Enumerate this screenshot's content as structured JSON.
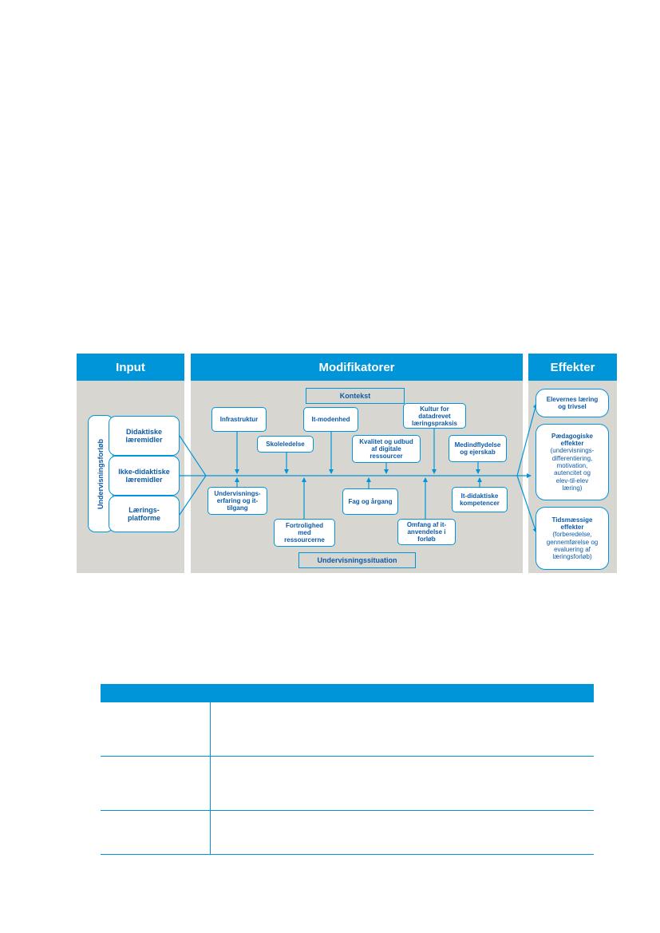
{
  "diagram": {
    "headers": {
      "input": "Input",
      "modifiers": "Modifikatorer",
      "effects": "Effekter"
    },
    "input": {
      "group_label": "Undervisningsforløb",
      "items": [
        "Didaktiske\nlæremidler",
        "Ikke-didaktiske\nlæremidler",
        "Lærings-\nplatforme"
      ]
    },
    "modifiers": {
      "context_label": "Kontekst",
      "situation_label": "Undervisningssituation",
      "top": {
        "infrastruktur": "Infrastruktur",
        "skoleledelse": "Skoleledelse",
        "it_modenhed": "It-modenhed",
        "kvalitet": "Kvalitet og udbud\naf digitale\nressourcer",
        "kultur": "Kultur for\ndatadrevet\nlæringspraksis",
        "medindflydelse": "Medindflydelse\nog ejerskab"
      },
      "bottom": {
        "undervisningserfaring": "Undervisnings-\nerfaring og it-\ntilgang",
        "fortrolighed": "Fortrolighed\nmed\nressourcerne",
        "fag": "Fag og årgang",
        "omfang": "Omfang af it-\nanvendelse i\nforløb",
        "it_didaktiske": "It-didaktiske\nkompetencer"
      }
    },
    "effects": [
      {
        "title": "Elevernes læring\nog trivsel",
        "detail": ""
      },
      {
        "title": "Pædagogiske\neffekter",
        "detail": "(undervisnings-\ndifferentiering,\nmotivation,\nautencitet og\nelev-til-elev\nlæring)"
      },
      {
        "title": "Tidsmæssige\neffekter",
        "detail": "(forberedelse,\ngennemførelse og\nevaluering af\nlæringsforløb)"
      }
    ],
    "colors": {
      "accent": "#0095d8",
      "panel": "#d8d6d1",
      "text": "#0d5aa7"
    }
  },
  "table": {
    "rows": 3
  }
}
